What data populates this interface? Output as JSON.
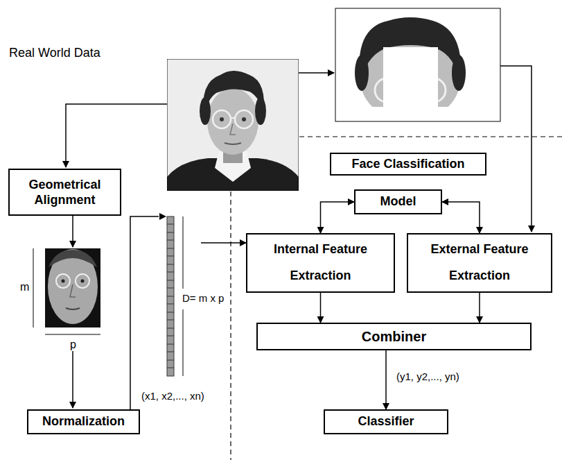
{
  "diagram": {
    "nodes": [
      {
        "text": [
          "Geometrical Alignment"
        ]
      },
      {
        "text": [
          "Normalization"
        ]
      },
      {
        "text": [
          "Face Classification"
        ]
      },
      {
        "text": [
          "Model"
        ]
      },
      {
        "text": [
          "Internal Feature Extraction"
        ]
      },
      {
        "text": [
          "External Feature Extraction"
        ]
      },
      {
        "text": [
          "Combiner"
        ]
      },
      {
        "text": [
          "Classifier"
        ]
      }
    ],
    "edges": [
      {
        "from": 1,
        "to": 4,
        "arrow": "to"
      },
      {
        "from": 3,
        "to": 4,
        "arrow": "both"
      },
      {
        "from": 3,
        "to": 5,
        "arrow": "both"
      },
      {
        "from": 4,
        "to": 6,
        "arrow": "to"
      },
      {
        "from": 5,
        "to": 6,
        "arrow": "to"
      },
      {
        "from": 6,
        "to": 7,
        "label": "(y1, y2,..., yn)",
        "arrow": "to"
      }
    ],
    "labels": [
      "Real World Data",
      "m",
      "p",
      "D= m x p",
      "(x1, x2,..., xn)"
    ]
  }
}
